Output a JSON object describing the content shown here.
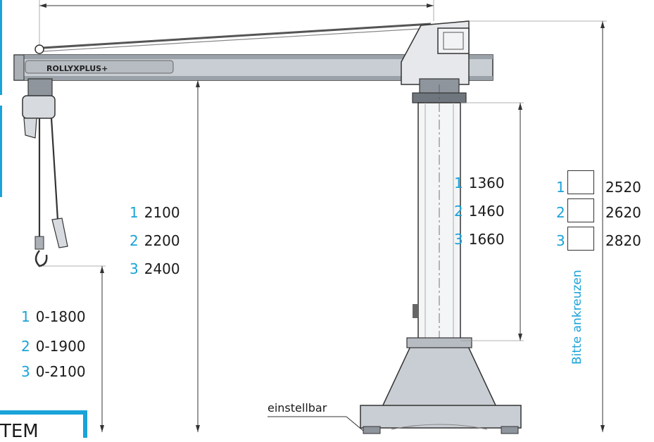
{
  "brand_label": "ROLLYXPLUS+",
  "adjustable_label": "einstellbar",
  "check_hint": "Bitte ankreuzen",
  "partial_text": "TEM",
  "colors": {
    "accent": "#1aa3d9",
    "steel": "#c9ced4",
    "steel_dark": "#8e959c",
    "line": "#222222"
  },
  "hook_height_options": [
    {
      "index": "1",
      "value": "0-1800"
    },
    {
      "index": "2",
      "value": "0-1900"
    },
    {
      "index": "3",
      "value": "0-2100"
    }
  ],
  "boom_height_options": [
    {
      "index": "1",
      "value": "2100"
    },
    {
      "index": "2",
      "value": "2200"
    },
    {
      "index": "3",
      "value": "2400"
    }
  ],
  "column_height_options": [
    {
      "index": "1",
      "value": "1360"
    },
    {
      "index": "2",
      "value": "1460"
    },
    {
      "index": "3",
      "value": "1660"
    }
  ],
  "total_height_options": [
    {
      "index": "1",
      "value": "2520"
    },
    {
      "index": "2",
      "value": "2620"
    },
    {
      "index": "3",
      "value": "2820"
    }
  ]
}
